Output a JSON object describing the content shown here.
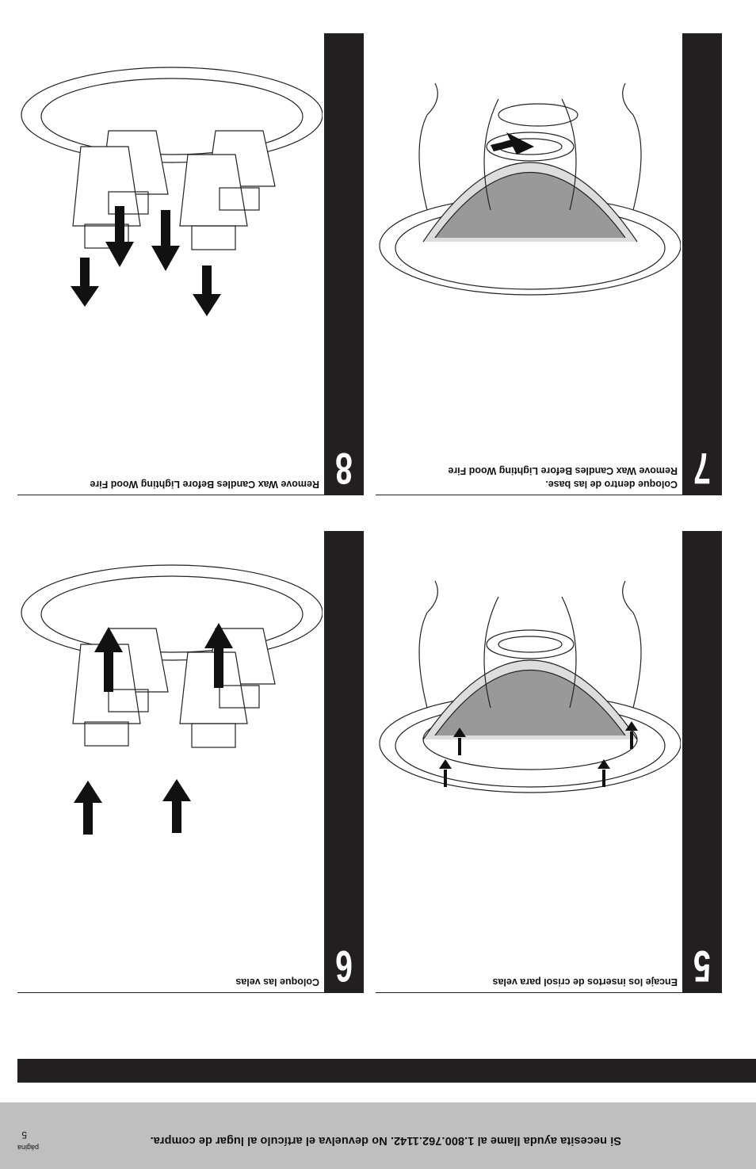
{
  "footer": {
    "help_text": "Si necesita ayuda llame al 1.800.762.1142. No devuelva el artículo al lugar de compra.",
    "page_label": "página",
    "page_number": "5"
  },
  "steps": [
    {
      "number": "5",
      "caption_lines": [
        "Encaje los insertos de crisol para velas"
      ]
    },
    {
      "number": "6",
      "caption_lines": [
        "Coloque las velas"
      ]
    },
    {
      "number": "7",
      "caption_lines": [
        "Coloque dentro de las base.",
        "Remove Wax Candles Before Lighting Wood Fire"
      ]
    },
    {
      "number": "8",
      "caption_lines": [
        "Remove Wax Candles Before Lighting Wood Fire"
      ]
    }
  ],
  "colors": {
    "bar": "#231f20",
    "footer_band": "#bfbfbf"
  },
  "icons": {
    "step5": "fire-bowl-with-insert-arrows",
    "step6": "candle-holder-insert-up-arrows",
    "step7": "fire-bowl-insert-arrow",
    "step8": "candle-holder-remove-down-arrows"
  }
}
